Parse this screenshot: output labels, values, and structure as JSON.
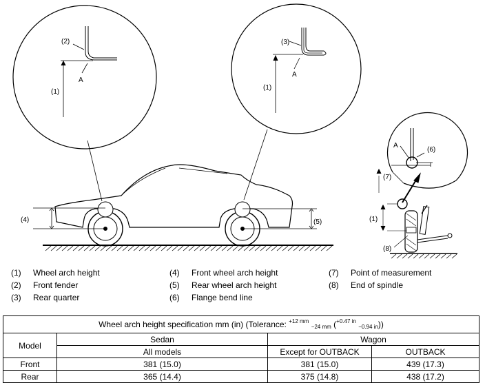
{
  "figure": {
    "callouts": {
      "n1": "(1)",
      "n2": "(2)",
      "n3": "(3)",
      "n4": "(4)",
      "n5": "(5)",
      "n6": "(6)",
      "n7": "(7)",
      "n8": "(8)",
      "a": "A"
    }
  },
  "legend": [
    {
      "num": "(1)",
      "text": "Wheel arch height"
    },
    {
      "num": "(2)",
      "text": "Front fender"
    },
    {
      "num": "(3)",
      "text": "Rear quarter"
    },
    {
      "num": "(4)",
      "text": "Front wheel arch height"
    },
    {
      "num": "(5)",
      "text": "Rear wheel arch height"
    },
    {
      "num": "(6)",
      "text": "Flange bend line"
    },
    {
      "num": "(7)",
      "text": "Point of measurement"
    },
    {
      "num": "(8)",
      "text": "End of spindle"
    }
  ],
  "table": {
    "title_main": "Wheel arch height specification mm (in) (Tolerance:",
    "tol_mm_plus": "+12 mm",
    "tol_mm_minus": "−24 mm",
    "tol_in_plus": "+0.47 in",
    "tol_in_minus": "−0.94 in",
    "title_end": ")",
    "model_header": "Model",
    "sedan_header": "Sedan",
    "wagon_header": "Wagon",
    "sedan_sub": "All models",
    "wagon_sub1": "Except for OUTBACK",
    "wagon_sub2": "OUTBACK",
    "rows": [
      {
        "label": "Front",
        "sedan": "381 (15.0)",
        "wagon_except": "381 (15.0)",
        "outback": "439 (17.3)"
      },
      {
        "label": "Rear",
        "sedan": "365 (14.4)",
        "wagon_except": "375 (14.8)",
        "outback": "438 (17.2)"
      }
    ]
  }
}
